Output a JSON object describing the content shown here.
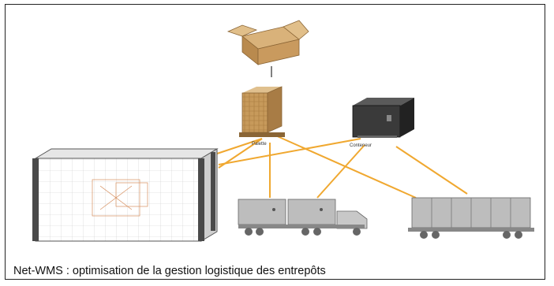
{
  "caption": "Net-WMS : optimisation de la gestion logistique des entrepôts",
  "labels": {
    "pallet": "Palette",
    "container": "Conteneur"
  },
  "colors": {
    "link": "#f0a830",
    "cardboard": "#c79a5b",
    "container": "#3a3a3a",
    "vehicle": "#b8b8b8",
    "frame": "#222222"
  },
  "icons": [
    "open-box-icon",
    "pallet-boxes-icon",
    "container-icon",
    "warehouse-icon",
    "truck-icon",
    "railcar-icon"
  ]
}
